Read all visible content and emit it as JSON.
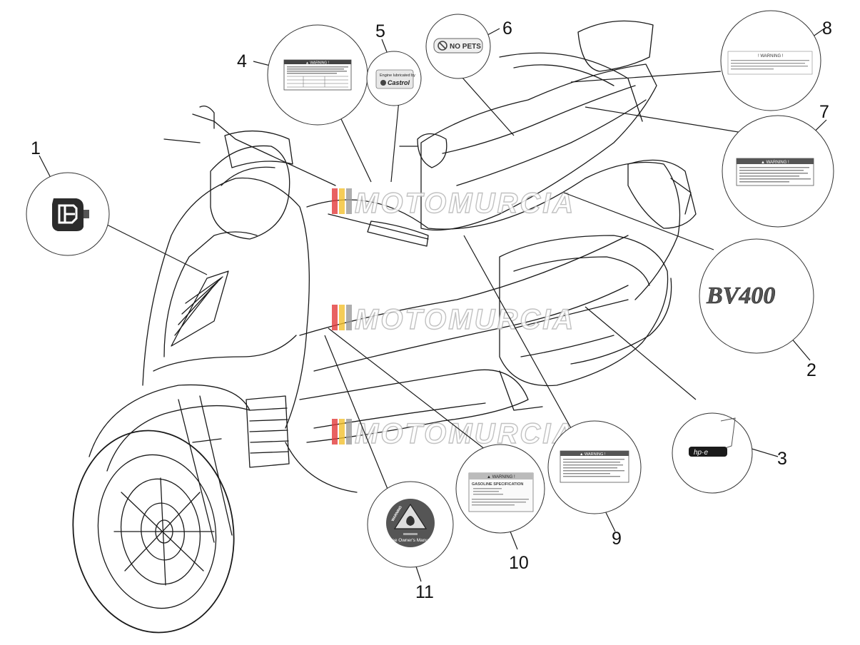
{
  "callouts": [
    {
      "id": "1",
      "label": "1"
    },
    {
      "id": "2",
      "label": "2"
    },
    {
      "id": "3",
      "label": "3"
    },
    {
      "id": "4",
      "label": "4"
    },
    {
      "id": "5",
      "label": "5"
    },
    {
      "id": "6",
      "label": "6"
    },
    {
      "id": "7",
      "label": "7"
    },
    {
      "id": "8",
      "label": "8"
    },
    {
      "id": "9",
      "label": "9"
    },
    {
      "id": "10",
      "label": "10"
    },
    {
      "id": "11",
      "label": "11"
    }
  ],
  "watermark": {
    "text": "MOTOMURCIA"
  },
  "labels": {
    "warning4": "▲ WARNING !",
    "castrol_top": "Engine lubricated by",
    "castrol_brand": "Castrol",
    "no_pets": "NO PETS",
    "warning7": "▲ WARNING !",
    "warning8": "! WARNING !",
    "bv400": "BV400",
    "hpe": "hp·e",
    "warning9": "▲ WARNING !",
    "warning10": "▲ WARNING !",
    "gasoline_spec": "GASOLINE SPECIFICATION",
    "owners_manual": "See Owner's Manual",
    "warning11": "WARNING"
  },
  "colors": {
    "line": "#1a1a1a",
    "watermark_red": "#e23b3b",
    "watermark_yellow": "#f2c12e",
    "watermark_grey": "#9a9a9a"
  }
}
